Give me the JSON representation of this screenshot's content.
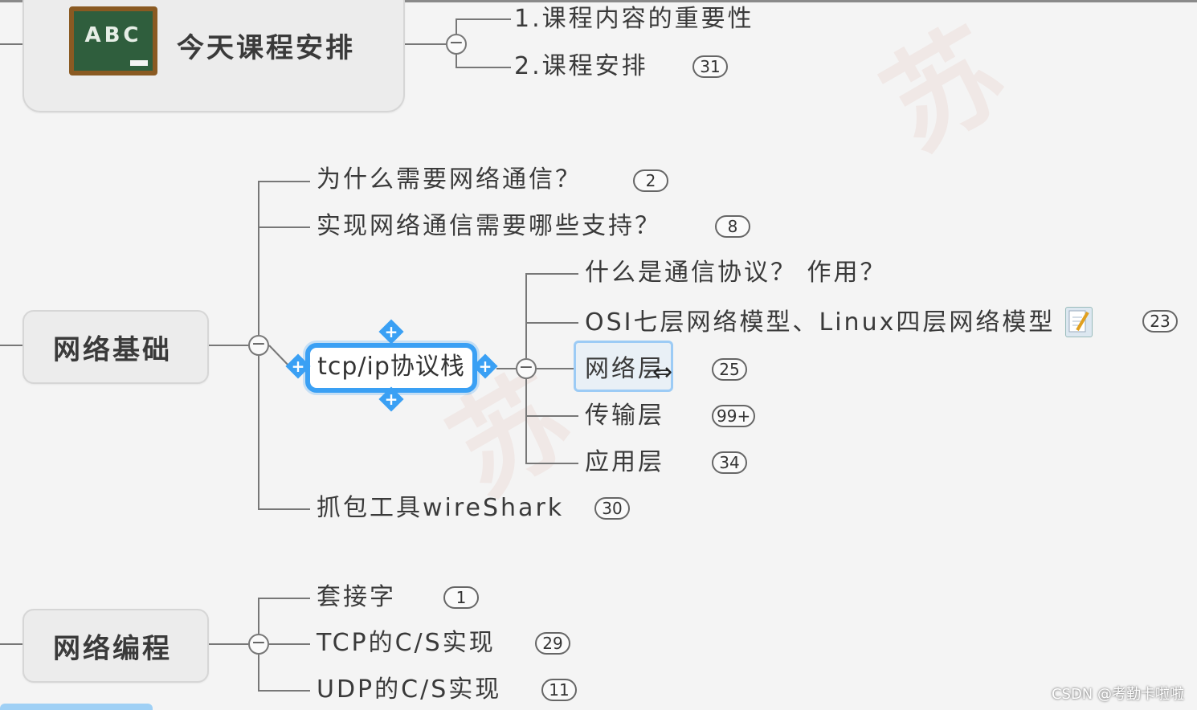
{
  "course": {
    "title": "今天课程安排",
    "board_text": "ABC",
    "items": [
      {
        "label": "1.课程内容的重要性",
        "count": ""
      },
      {
        "label": "2.课程安排",
        "count": "31"
      }
    ]
  },
  "basics": {
    "title": "网络基础",
    "items": [
      {
        "label": "为什么需要网络通信？",
        "count": "2"
      },
      {
        "label": "实现网络通信需要哪些支持？",
        "count": "8"
      },
      {
        "label": "抓包工具wireShark",
        "count": "30"
      }
    ],
    "tcp": {
      "label": "tcp/ip协议栈",
      "children": [
        {
          "label": "什么是通信协议？ 作用？",
          "count": ""
        },
        {
          "label": "OSI七层网络模型、Linux四层网络模型",
          "count": "23"
        },
        {
          "label": "网络层",
          "count": "25"
        },
        {
          "label": "传输层",
          "count": "99+"
        },
        {
          "label": "应用层",
          "count": "34"
        }
      ]
    }
  },
  "programming": {
    "title": "网络编程",
    "items": [
      {
        "label": "套接字",
        "count": "1"
      },
      {
        "label": "TCP的C/S实现",
        "count": "29"
      },
      {
        "label": "UDP的C/S实现",
        "count": "11"
      }
    ]
  },
  "toggle_symbol": "−",
  "handle_symbol": "+",
  "icons": {
    "note": "note-edit-icon",
    "cursor": "move-cursor-icon"
  },
  "watermark": "CSDN @考勤卡啦啦",
  "colors": {
    "accent": "#3aa0f4",
    "selection": "#9ccbf5",
    "line": "#777777"
  }
}
